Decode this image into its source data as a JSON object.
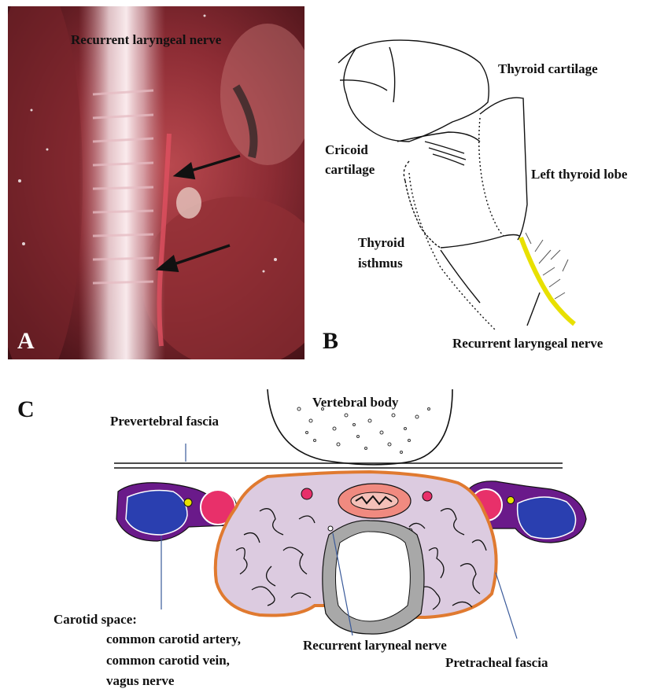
{
  "panel_a": {
    "letter": "A",
    "nerve_label": "Recurrent laryngeal nerve"
  },
  "panel_b": {
    "letter": "B",
    "thyroid_cartilage": "Thyroid cartilage",
    "cricoid_line1": "Cricoid",
    "cricoid_line2": "cartilage",
    "left_lobe": "Left thyroid lobe",
    "isthmus_line1": "Thyroid",
    "isthmus_line2": "isthmus",
    "nerve_label": "Recurrent laryngeal nerve"
  },
  "panel_c": {
    "letter": "C",
    "vertebral_body": "Vertebral body",
    "prevertebral_fascia": "Prevertebral fascia",
    "carotid_space_title": "Carotid space:",
    "carotid_line1": "common carotid artery,",
    "carotid_line2": "common carotid vein,",
    "carotid_line3": "vagus nerve",
    "recurrent_nerve": "Recurrent laryneal nerve",
    "pretracheal_fascia": "Pretracheal fascia"
  },
  "colors": {
    "vein_blue": "#2a3fb0",
    "fascia_purple": "#6a1a8a",
    "artery_pink": "#e8306a",
    "thyroid_lilac": "#dccbe0",
    "pretracheal_orange": "#e07a30",
    "trachea_gray": "#a8a8a8",
    "esophagus_salmon": "#f08a80",
    "nerve_yellow": "#e8e000"
  }
}
